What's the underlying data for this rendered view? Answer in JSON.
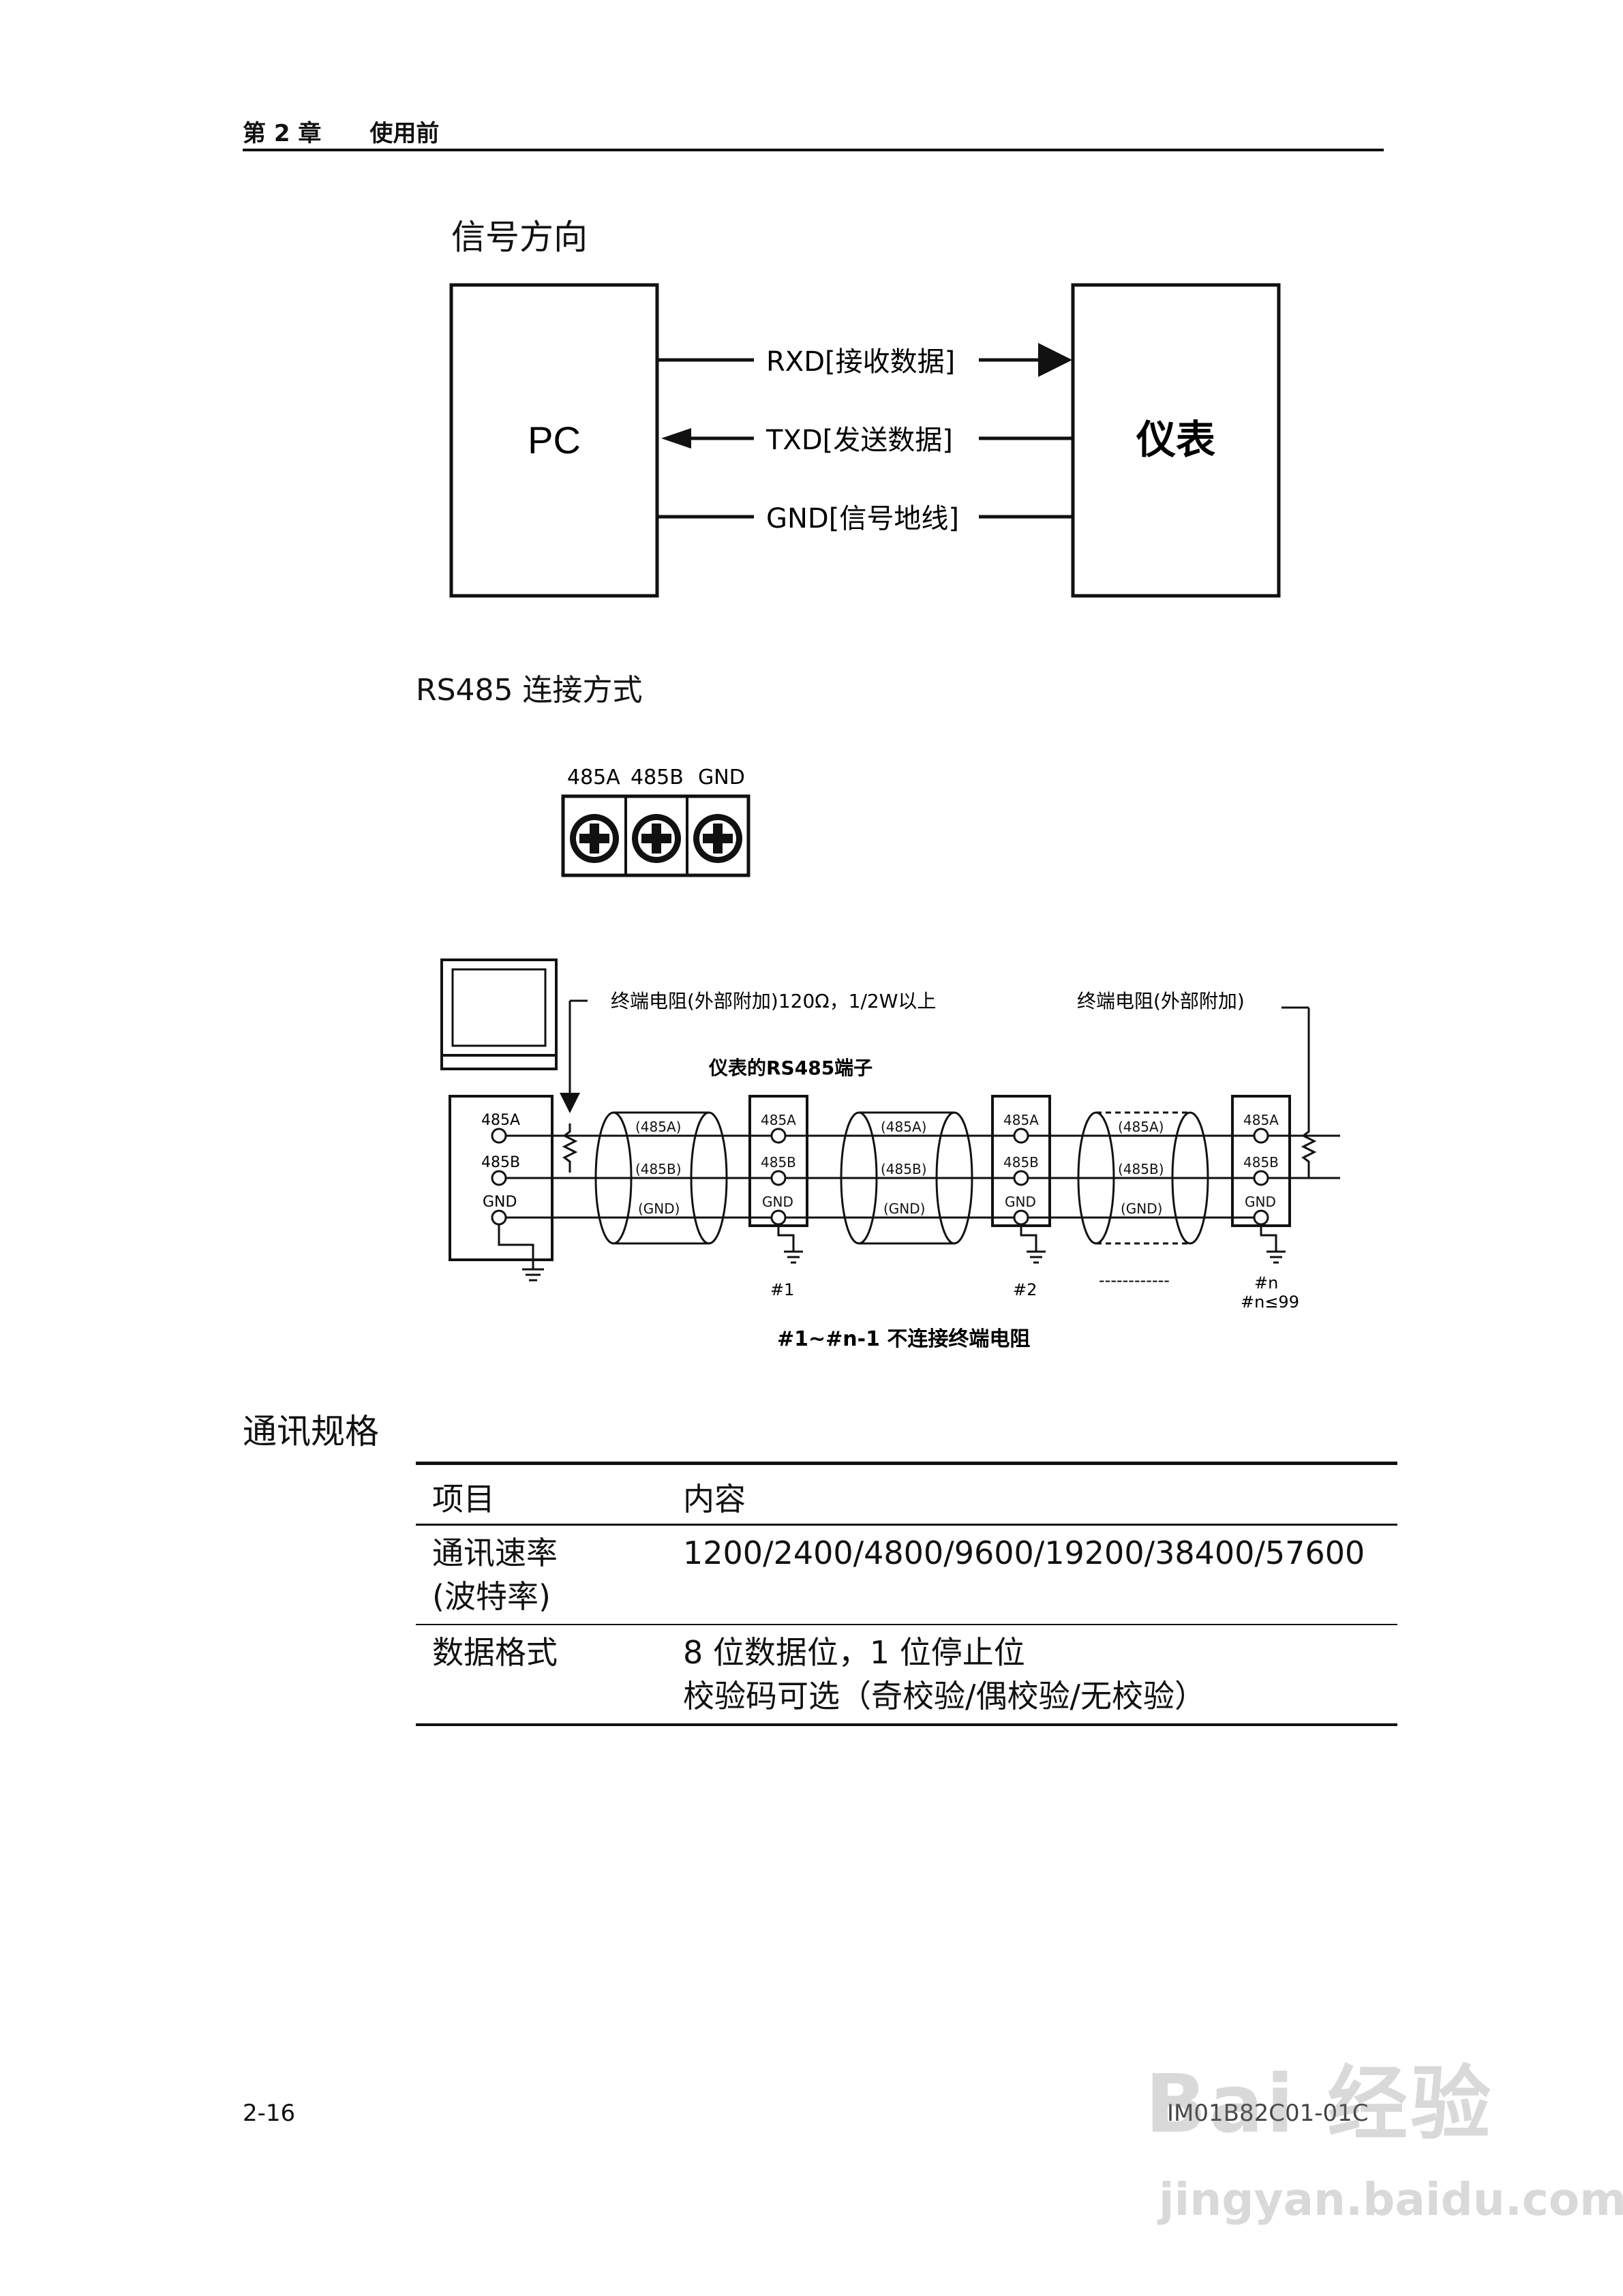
{
  "header": {
    "chapter": "第 2 章",
    "title": "使用前"
  },
  "signal_section": {
    "title": "信号方向",
    "left_box": "PC",
    "right_box": "仪表",
    "lines": [
      {
        "label": "RXD[接收数据]",
        "direction": "to-right"
      },
      {
        "label": "TXD[发送数据]",
        "direction": "to-left"
      },
      {
        "label": "GND[信号地线]",
        "direction": "none"
      }
    ]
  },
  "rs485_section": {
    "title": "RS485 连接方式",
    "terminal_labels": [
      "485A",
      "485B",
      "GND"
    ],
    "wiring": {
      "terminator_left": "终端电阻(外部附加)120Ω，1/2W以上",
      "terminator_right": "终端电阻(外部附加)",
      "instrument_terminals": "仪表的RS485端子",
      "pc_terminals": [
        "485A",
        "485B",
        "GND"
      ],
      "cable_labels": [
        "(485A)",
        "(485B)",
        "(GND)"
      ],
      "device_labels": [
        "#1",
        "#2",
        "#n"
      ],
      "device_limit": "#n≤99",
      "ellipsis": "------------",
      "note": "#1~#n-1 不连接终端电阻"
    }
  },
  "spec_section": {
    "title": "通讯规格",
    "columns": [
      "项目",
      "内容"
    ],
    "rows": [
      {
        "item_line1": "通讯速率",
        "item_line2": "(波特率)",
        "content_line1": "1200/2400/4800/9600/19200/38400/57600",
        "content_line2": ""
      },
      {
        "item_line1": "数据格式",
        "item_line2": "",
        "content_line1": "8 位数据位，1 位停止位",
        "content_line2": "校验码可选（奇校验/偶校验/无校验）"
      }
    ]
  },
  "footer": {
    "page": "2-16",
    "doc_id": "IM01B82C01-01C"
  },
  "watermark": {
    "brand": "Bai 经验",
    "url": "jingyan.baidu.com"
  }
}
